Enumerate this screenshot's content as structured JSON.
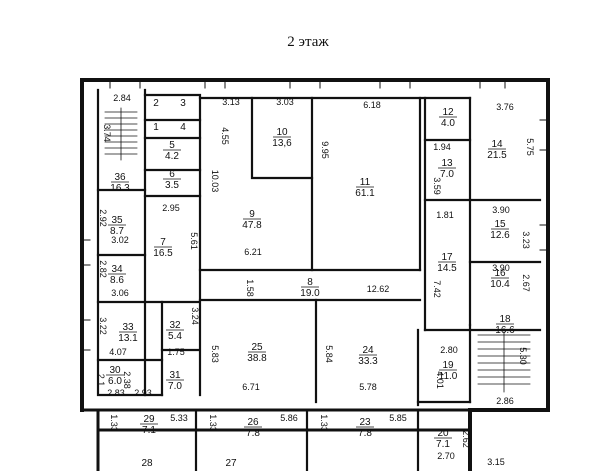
{
  "floor_title": "2 этаж",
  "rooms": [
    {
      "num": "2",
      "area": ""
    },
    {
      "num": "3",
      "area": ""
    },
    {
      "num": "1",
      "area": ""
    },
    {
      "num": "4",
      "area": ""
    },
    {
      "num": "5",
      "area": "4.2"
    },
    {
      "num": "6",
      "area": "3.5"
    },
    {
      "num": "7",
      "area": "16.5"
    },
    {
      "num": "8",
      "area": "19.0"
    },
    {
      "num": "9",
      "area": "47.8"
    },
    {
      "num": "10",
      "area": "13,6"
    },
    {
      "num": "11",
      "area": "61.1"
    },
    {
      "num": "12",
      "area": "4.0"
    },
    {
      "num": "13",
      "area": "7.0"
    },
    {
      "num": "14",
      "area": "21.5"
    },
    {
      "num": "15",
      "area": "12.6"
    },
    {
      "num": "16",
      "area": "10.4"
    },
    {
      "num": "17",
      "area": "14.5"
    },
    {
      "num": "18",
      "area": "16.6"
    },
    {
      "num": "19",
      "area": "11.0"
    },
    {
      "num": "20",
      "area": "7.1"
    },
    {
      "num": "23",
      "area": "7.8"
    },
    {
      "num": "24",
      "area": "33.3"
    },
    {
      "num": "25",
      "area": "38.8"
    },
    {
      "num": "26",
      "area": "7.8"
    },
    {
      "num": "27",
      "area": ""
    },
    {
      "num": "28",
      "area": ""
    },
    {
      "num": "29",
      "area": "7.1"
    },
    {
      "num": "30",
      "area": "6.0"
    },
    {
      "num": "31",
      "area": "7.0"
    },
    {
      "num": "32",
      "area": "5.4"
    },
    {
      "num": "33",
      "area": "13.1"
    },
    {
      "num": "34",
      "area": "8.6"
    },
    {
      "num": "35",
      "area": "8.7"
    },
    {
      "num": "36",
      "area": "16.3"
    }
  ],
  "dimensions": [
    "2.84",
    "3.74",
    "3.13",
    "3.03",
    "6.18",
    "3.76",
    "4.55",
    "9.95",
    "10.03",
    "5.75",
    "2.95",
    "5.61",
    "6.21",
    "1.94",
    "3.59",
    "1.81",
    "3.90",
    "3.23",
    "2.92",
    "3.02",
    "2.82",
    "3.06",
    "7.42",
    "3.90",
    "2.67",
    "1.58",
    "12.62",
    "3.24",
    "3.22",
    "4.07",
    "1.75",
    "5.83",
    "5.84",
    "2.80",
    "4.01",
    "5.30",
    "2.38",
    "2.93",
    "2.1",
    "2.83",
    "6.71",
    "5.78",
    "2.86",
    "5.33",
    "1.33",
    "5.86",
    "1.33",
    "5.85",
    "1.33",
    "2.62",
    "2.70",
    "3.15"
  ]
}
